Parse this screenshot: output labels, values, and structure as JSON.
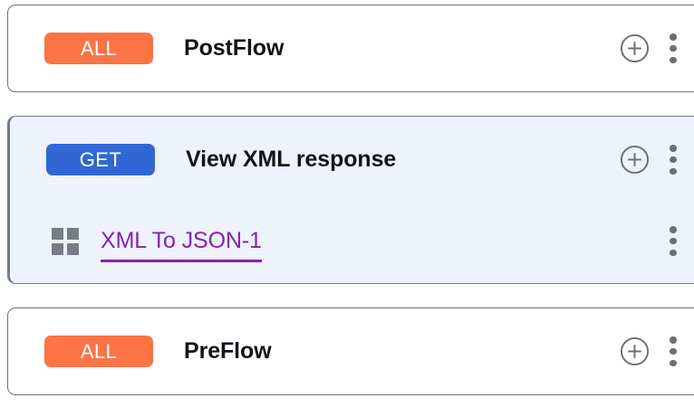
{
  "flows": [
    {
      "id": "postflow",
      "badge": {
        "label": "ALL",
        "color": "#fc7445"
      },
      "title": "PostFlow",
      "selected": false,
      "add_icon": "circle-plus-icon",
      "menu_icon": "kebab-menu-icon",
      "policies": []
    },
    {
      "id": "view-xml-response",
      "badge": {
        "label": "GET",
        "color": "#3167d4"
      },
      "title": "View XML response",
      "selected": true,
      "add_icon": "circle-plus-icon",
      "menu_icon": "kebab-menu-icon",
      "policies": [
        {
          "id": "xml-to-json-1",
          "icon": "policy-grid-icon",
          "label": "XML To JSON-1",
          "color": "#8324b3",
          "menu_icon": "kebab-menu-icon"
        }
      ]
    },
    {
      "id": "preflow",
      "badge": {
        "label": "ALL",
        "color": "#fc7445"
      },
      "title": "PreFlow",
      "selected": false,
      "add_icon": "circle-plus-icon",
      "menu_icon": "kebab-menu-icon",
      "policies": []
    }
  ],
  "theme": {
    "selected_background": "#eef2fc",
    "card_border": "#6e7278",
    "icon_gray": "#6b6f75",
    "grid_icon_gray": "#787c86",
    "title_color": "#12141a"
  }
}
